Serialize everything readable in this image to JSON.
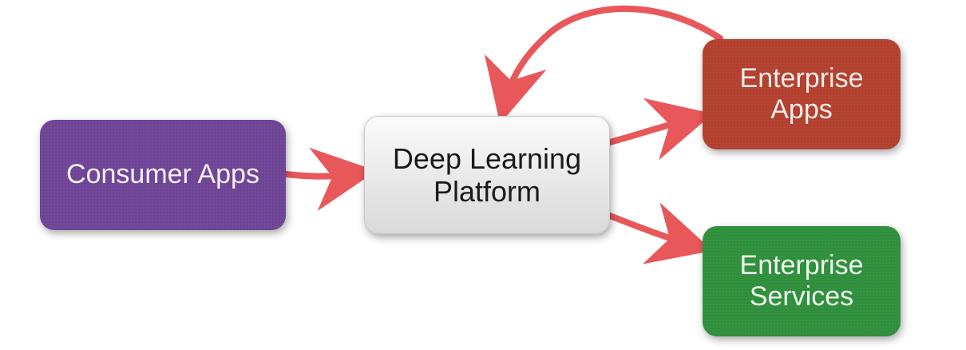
{
  "diagram": {
    "nodes": {
      "consumer_apps": {
        "lines": [
          "Consumer Apps"
        ],
        "color": "#6e4596"
      },
      "platform": {
        "lines": [
          "Deep Learning",
          "Platform"
        ],
        "color": "#e6e6e6"
      },
      "enterprise_apps": {
        "lines": [
          "Enterprise",
          "Apps"
        ],
        "color": "#b2402f"
      },
      "enterprise_services": {
        "lines": [
          "Enterprise",
          "Services"
        ],
        "color": "#2f8f3c"
      }
    },
    "arrow_color": "#e8585a",
    "edges": [
      {
        "from": "consumer_apps",
        "to": "platform"
      },
      {
        "from": "platform",
        "to": "enterprise_apps"
      },
      {
        "from": "platform",
        "to": "enterprise_services"
      },
      {
        "from": "enterprise_apps",
        "to": "platform"
      }
    ]
  }
}
